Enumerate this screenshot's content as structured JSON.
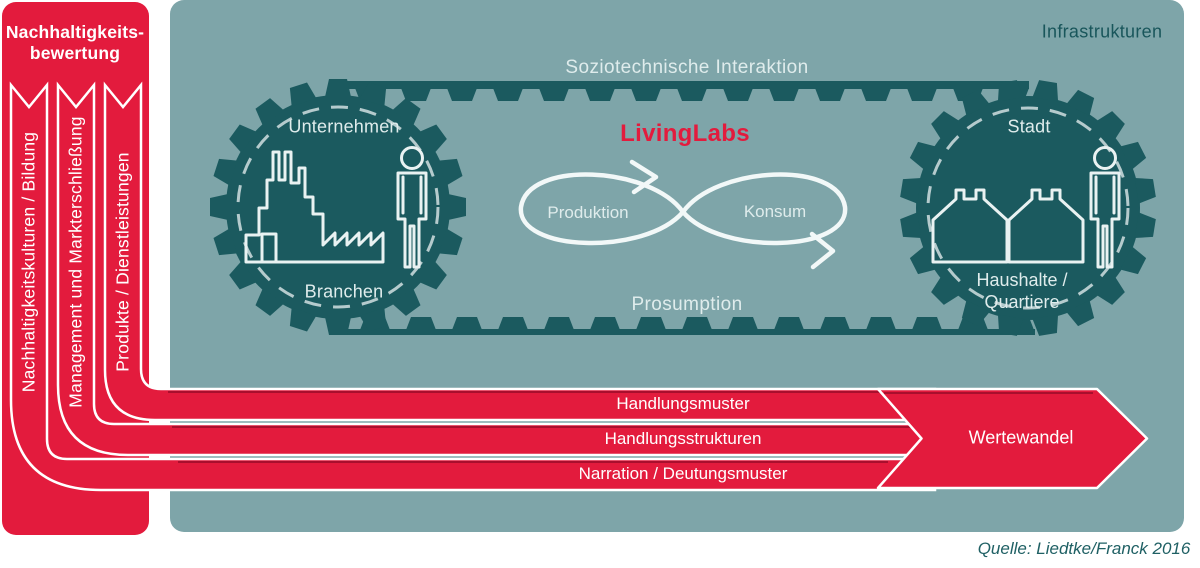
{
  "colors": {
    "red": "#e31b3d",
    "red_dark": "#a90f2d",
    "teal_panel": "#7ea5a9",
    "teal_dark": "#1b5a5f",
    "text_light": "#e9f2f2"
  },
  "sidebar": {
    "title_line1": "Nachhaltigkeits-",
    "title_line2": "bewertung",
    "ribbons": [
      "Nachhaltigkeitskulturen / Bildung",
      "Management und Markterschließung",
      "Produkte / Dienstleistungen"
    ]
  },
  "panel": {
    "corner_label": "Infrastrukturen"
  },
  "belt": {
    "top_label": "Soziotechnische Interaktion",
    "bottom_label": "Prosumption"
  },
  "center": {
    "title": "LivingLabs",
    "loop_left": "Produktion",
    "loop_right": "Konsum"
  },
  "gear_left": {
    "top": "Unternehmen",
    "bottom": "Branchen",
    "icons": [
      "factory-icon",
      "person-icon"
    ]
  },
  "gear_right": {
    "top": "Stadt",
    "bottom_line1": "Haushalte /",
    "bottom_line2": "Quartiere",
    "icons": [
      "house-icon",
      "house-icon",
      "person-icon"
    ]
  },
  "arrows": {
    "bands": [
      "Handlungsmuster",
      "Handlungsstrukturen",
      "Narration / Deutungsmuster"
    ],
    "big_arrow": "Wertewandel"
  },
  "caption": {
    "text": "Quelle: Liedtke/Franck 2016"
  }
}
